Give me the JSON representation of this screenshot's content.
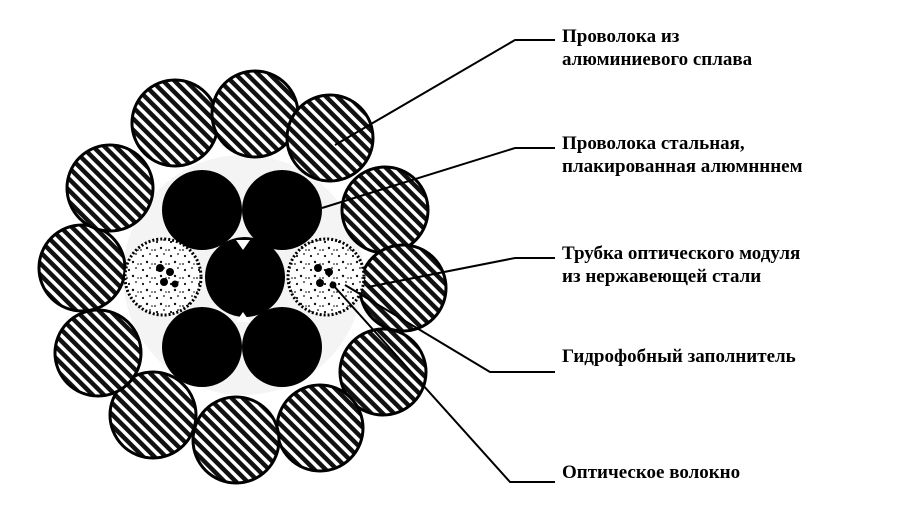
{
  "labels": {
    "aluminum_wire": {
      "line1": "Проволока из",
      "line2": "алюминиевого сплава"
    },
    "steel_wire": {
      "line1": "Проволока стальная,",
      "line2": "плакированная алюмнннем"
    },
    "tube": {
      "line1": "Трубка оптического модуля",
      "line2": "из нержавеющей стали"
    },
    "filler": {
      "line1": "Гидрофобный заполнитель"
    },
    "fiber": {
      "line1": "Оптическое волокно"
    }
  },
  "colors": {
    "ink": "#000000",
    "background": "#ffffff"
  }
}
